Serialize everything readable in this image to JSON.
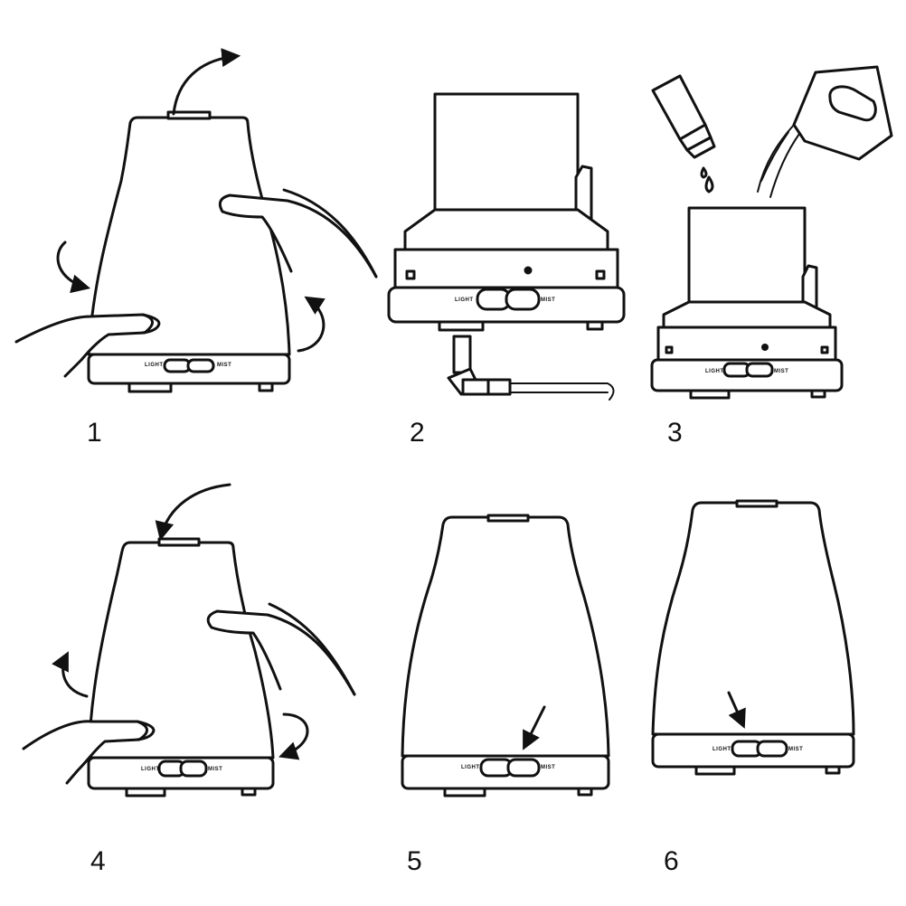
{
  "steps": [
    {
      "number": "1"
    },
    {
      "number": "2"
    },
    {
      "number": "3"
    },
    {
      "number": "4"
    },
    {
      "number": "5"
    },
    {
      "number": "6"
    }
  ],
  "panel_labels": {
    "light": "LIGHT",
    "mist": "MIST"
  }
}
